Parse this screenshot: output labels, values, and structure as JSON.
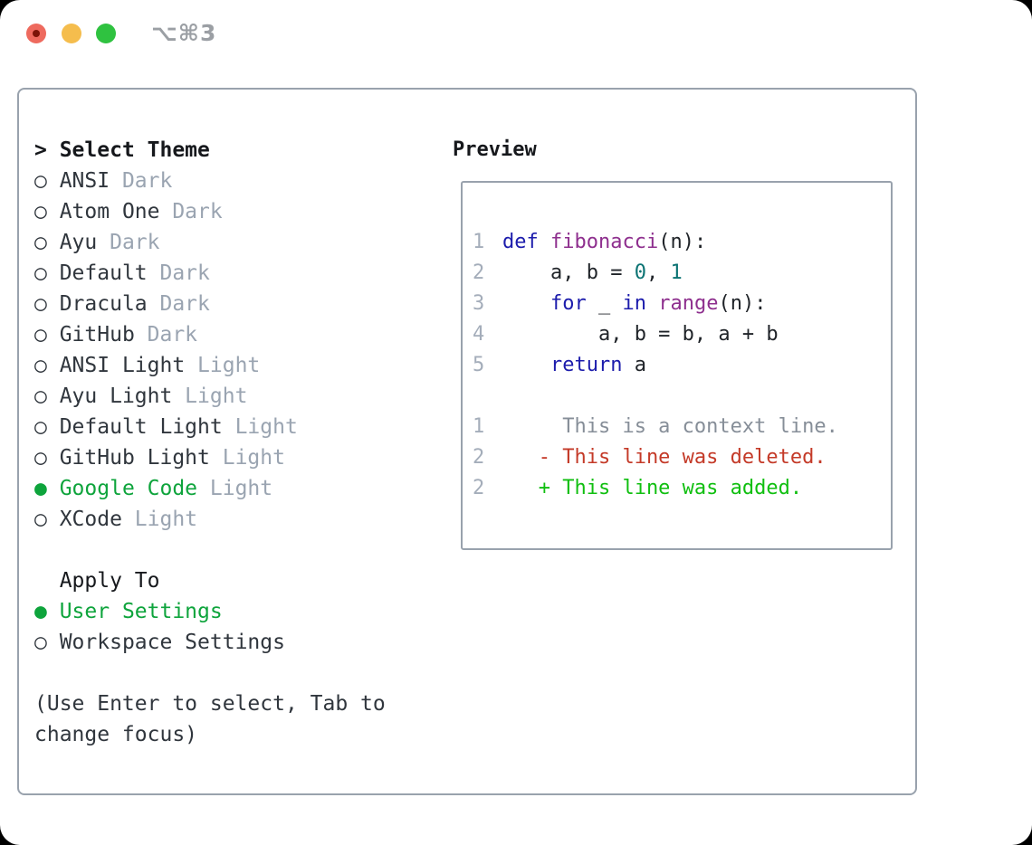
{
  "titlebar": {
    "shortcut": "⌥⌘3"
  },
  "theme_panel": {
    "header": {
      "prefix": ">",
      "label": "Select Theme"
    },
    "themes": [
      {
        "name": "ANSI",
        "variant": "Dark",
        "selected": false
      },
      {
        "name": "Atom One",
        "variant": "Dark",
        "selected": false
      },
      {
        "name": "Ayu",
        "variant": "Dark",
        "selected": false
      },
      {
        "name": "Default",
        "variant": "Dark",
        "selected": false
      },
      {
        "name": "Dracula",
        "variant": "Dark",
        "selected": false
      },
      {
        "name": "GitHub",
        "variant": "Dark",
        "selected": false
      },
      {
        "name": "ANSI Light",
        "variant": "Light",
        "selected": false
      },
      {
        "name": "Ayu Light",
        "variant": "Light",
        "selected": false
      },
      {
        "name": "Default Light",
        "variant": "Light",
        "selected": false
      },
      {
        "name": "GitHub Light",
        "variant": "Light",
        "selected": false
      },
      {
        "name": "Google Code",
        "variant": "Light",
        "selected": true
      },
      {
        "name": "XCode",
        "variant": "Light",
        "selected": false
      }
    ],
    "apply_to": {
      "label": "Apply To",
      "options": [
        {
          "name": "User Settings",
          "selected": true
        },
        {
          "name": "Workspace Settings",
          "selected": false
        }
      ]
    },
    "hint_lines": [
      "(Use Enter to select, Tab to",
      "change focus)"
    ]
  },
  "preview": {
    "title": "Preview",
    "lines": [
      {
        "num": "1",
        "tokens": [
          {
            "text": "def",
            "type": "keyword"
          },
          {
            "text": " ",
            "type": "plain"
          },
          {
            "text": "fibonacci",
            "type": "function"
          },
          {
            "text": "(n):",
            "type": "plain"
          }
        ]
      },
      {
        "num": "2",
        "tokens": [
          {
            "text": "    a, b = ",
            "type": "plain"
          },
          {
            "text": "0",
            "type": "number"
          },
          {
            "text": ", ",
            "type": "plain"
          },
          {
            "text": "1",
            "type": "number"
          }
        ]
      },
      {
        "num": "3",
        "tokens": [
          {
            "text": "    ",
            "type": "plain"
          },
          {
            "text": "for",
            "type": "keyword"
          },
          {
            "text": " _ ",
            "type": "plain"
          },
          {
            "text": "in",
            "type": "keyword"
          },
          {
            "text": " ",
            "type": "plain"
          },
          {
            "text": "range",
            "type": "function"
          },
          {
            "text": "(n):",
            "type": "plain"
          }
        ]
      },
      {
        "num": "4",
        "tokens": [
          {
            "text": "        a, b = b, a + b",
            "type": "plain"
          }
        ]
      },
      {
        "num": "5",
        "tokens": [
          {
            "text": "    ",
            "type": "plain"
          },
          {
            "text": "return",
            "type": "keyword"
          },
          {
            "text": " a",
            "type": "plain"
          }
        ]
      },
      {
        "num": "",
        "tokens": []
      },
      {
        "num": "1",
        "tokens": [
          {
            "text": "     This is a context line.",
            "type": "context"
          }
        ]
      },
      {
        "num": "2",
        "tokens": [
          {
            "text": "   - This line was deleted.",
            "type": "deleted"
          }
        ]
      },
      {
        "num": "2",
        "tokens": [
          {
            "text": "   + This line was added.",
            "type": "added"
          }
        ]
      }
    ]
  },
  "colors": {
    "text_dark": "#30363d",
    "text_header": "#16181c",
    "text_muted": "#9aa4b1",
    "line_number": "#a4adba",
    "context_gray": "#868e98",
    "green_accent": "#0ea43c",
    "diff_added": "#10bf10",
    "diff_deleted": "#c43a28",
    "code_keyword": "#1c1cac",
    "code_function": "#8e2f8e",
    "code_number": "#0b7373",
    "code_plain": "#1f2328",
    "border_gray": "#99a2ad",
    "traffic_red": "#ee6a5e",
    "traffic_red_dot": "#7c1408",
    "traffic_yellow": "#f5bd4d",
    "traffic_green": "#2fc240",
    "titlebar_text": "#9b9fa4"
  }
}
